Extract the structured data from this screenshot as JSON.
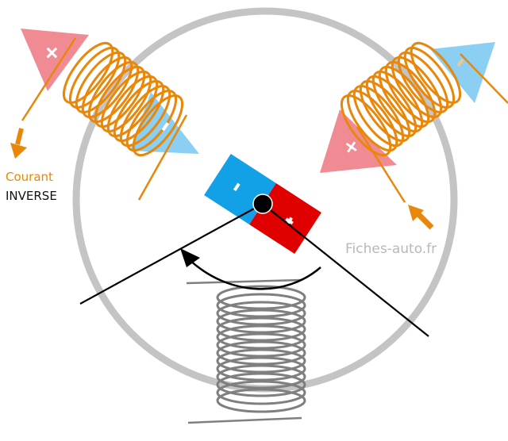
{
  "diagram": {
    "title": "Moteur électrique - principe (rotor aimanté et trois bobines)",
    "labels": {
      "current_word": "Courant",
      "current_state": "INVERSE",
      "watermark": "Fiches-auto.fr"
    },
    "signs": {
      "plus": "+",
      "minus": "-"
    },
    "colors": {
      "stator_ring": "#c4c4c4",
      "coil_active": "#e8870a",
      "coil_inactive": "#7f7f7f",
      "pole_positive": "#e00000",
      "pole_negative": "#12a0e6",
      "field_positive": "#ee6e78",
      "field_negative": "#6ec3f0",
      "label_current": "#e8870a",
      "label_state": "#111111",
      "watermark": "#b8b8b8",
      "lines": "#000000"
    },
    "coils": [
      {
        "name": "top-left",
        "state": "active",
        "poles": [
          "+",
          "-"
        ]
      },
      {
        "name": "top-right",
        "state": "active",
        "poles": [
          "+",
          "-"
        ]
      },
      {
        "name": "bottom",
        "state": "inactive"
      }
    ],
    "rotor": {
      "poles": [
        "-",
        "+"
      ]
    }
  }
}
